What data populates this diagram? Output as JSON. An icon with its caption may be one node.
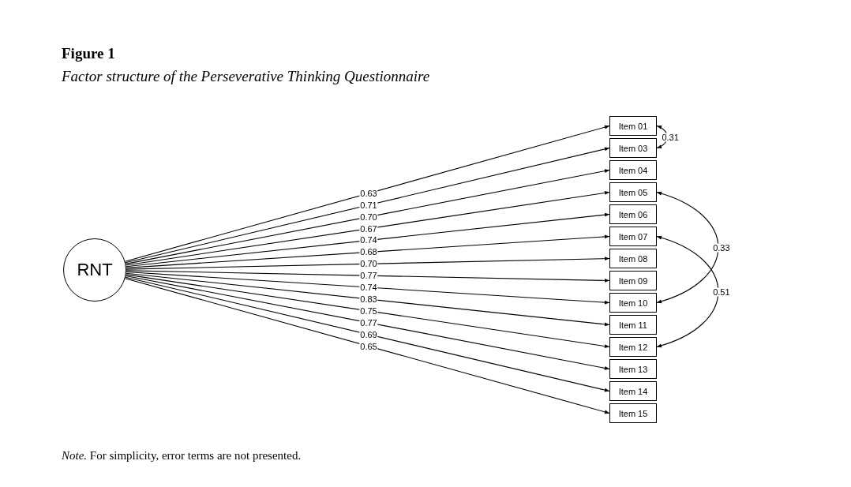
{
  "diagram": {
    "title": "Figure 1",
    "caption": "*Note.* For simplicity, error terms are not presented.",
    "labels": [
      "Factor structure of the Perseverative Thinking Questionnaire"
    ],
    "nodes": [
      {
        "text": [
          "RNT"
        ]
      },
      {
        "text": [
          "Item 01"
        ]
      },
      {
        "text": [
          "Item 03"
        ]
      },
      {
        "text": [
          "Item 04"
        ]
      },
      {
        "text": [
          "Item 05"
        ]
      },
      {
        "text": [
          "Item 06"
        ]
      },
      {
        "text": [
          "Item 07"
        ]
      },
      {
        "text": [
          "Item 08"
        ]
      },
      {
        "text": [
          "Item 09"
        ]
      },
      {
        "text": [
          "Item 10"
        ]
      },
      {
        "text": [
          "Item 11"
        ]
      },
      {
        "text": [
          "Item 12"
        ]
      },
      {
        "text": [
          "Item 13"
        ]
      },
      {
        "text": [
          "Item 14"
        ]
      },
      {
        "text": [
          "Item 15"
        ]
      }
    ],
    "edges": [
      {
        "from": 0,
        "to": 1,
        "arrow": "to",
        "label": "0.63"
      },
      {
        "from": 0,
        "to": 2,
        "arrow": "to",
        "label": "0.71"
      },
      {
        "from": 0,
        "to": 3,
        "arrow": "to",
        "label": "0.70"
      },
      {
        "from": 0,
        "to": 4,
        "arrow": "to",
        "label": "0.67"
      },
      {
        "from": 0,
        "to": 5,
        "arrow": "to",
        "label": "0.74"
      },
      {
        "from": 0,
        "to": 6,
        "arrow": "to",
        "label": "0.68"
      },
      {
        "from": 0,
        "to": 7,
        "arrow": "to",
        "label": "0.70"
      },
      {
        "from": 0,
        "to": 8,
        "arrow": "to",
        "label": "0.77"
      },
      {
        "from": 0,
        "to": 9,
        "arrow": "to",
        "label": "0.74"
      },
      {
        "from": 0,
        "to": 10,
        "arrow": "to",
        "label": "0.83"
      },
      {
        "from": 0,
        "to": 11,
        "arrow": "to",
        "label": "0.75"
      },
      {
        "from": 0,
        "to": 12,
        "arrow": "to",
        "label": "0.77"
      },
      {
        "from": 0,
        "to": 13,
        "arrow": "to",
        "label": "0.69"
      },
      {
        "from": 0,
        "to": 14,
        "arrow": "to",
        "label": "0.65"
      },
      {
        "from": 1,
        "to": 2,
        "arrow": "both",
        "label": "0.31"
      },
      {
        "from": 4,
        "to": 9,
        "arrow": "both",
        "label": "0.33"
      },
      {
        "from": 6,
        "to": 11,
        "arrow": "both",
        "label": "0.51"
      }
    ]
  }
}
